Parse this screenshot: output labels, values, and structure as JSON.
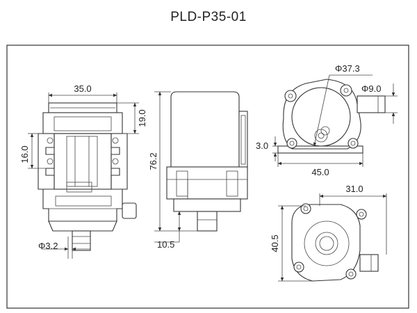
{
  "title": "PLD-P35-01",
  "dimensions": {
    "front_width": "35.0",
    "front_top_height": "19.0",
    "front_left_height": "16.0",
    "front_outlet_dia": "Φ3.2",
    "side_height": "76.2",
    "side_bottom": "10.5",
    "top_dia": "Φ37.3",
    "top_outlet_dia": "Φ9.0",
    "top_small": "3.0",
    "top_width": "45.0",
    "bottom_width": "31.0",
    "bottom_height": "40.5"
  }
}
